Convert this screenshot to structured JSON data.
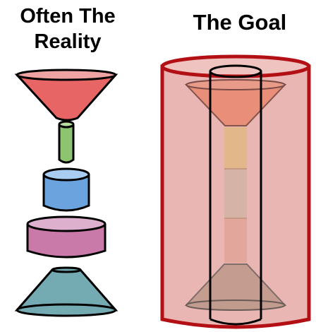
{
  "left_panel": {
    "title_line1": "Often The",
    "title_line2": "Reality"
  },
  "right_panel": {
    "title": "The Goal"
  },
  "colors": {
    "red_funnel": "#e86565",
    "green_pipe": "#8cc46f",
    "blue_cylinder": "#6aa3dd",
    "purple_cylinder": "#c97aa8",
    "teal_cone": "#74aab2",
    "goal_container": "#eab6b3",
    "goal_outline": "#b31015"
  }
}
